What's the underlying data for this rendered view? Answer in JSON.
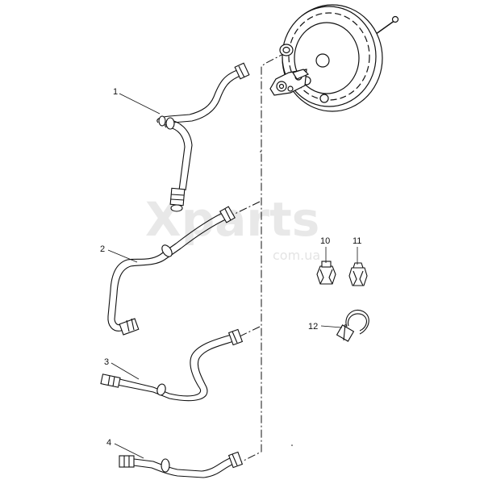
{
  "watermark": {
    "brand": "Xparts",
    "domain": "com.ua"
  },
  "callouts": [
    {
      "id": "1",
      "label": "1"
    },
    {
      "id": "2",
      "label": "2"
    },
    {
      "id": "3",
      "label": "3"
    },
    {
      "id": "4",
      "label": "4"
    },
    {
      "id": "10",
      "label": "10"
    },
    {
      "id": "11",
      "label": "11"
    },
    {
      "id": "12",
      "label": "12"
    }
  ],
  "colors": {
    "line": "#111111",
    "background": "#ffffff",
    "watermark": "#e8e8e8"
  }
}
